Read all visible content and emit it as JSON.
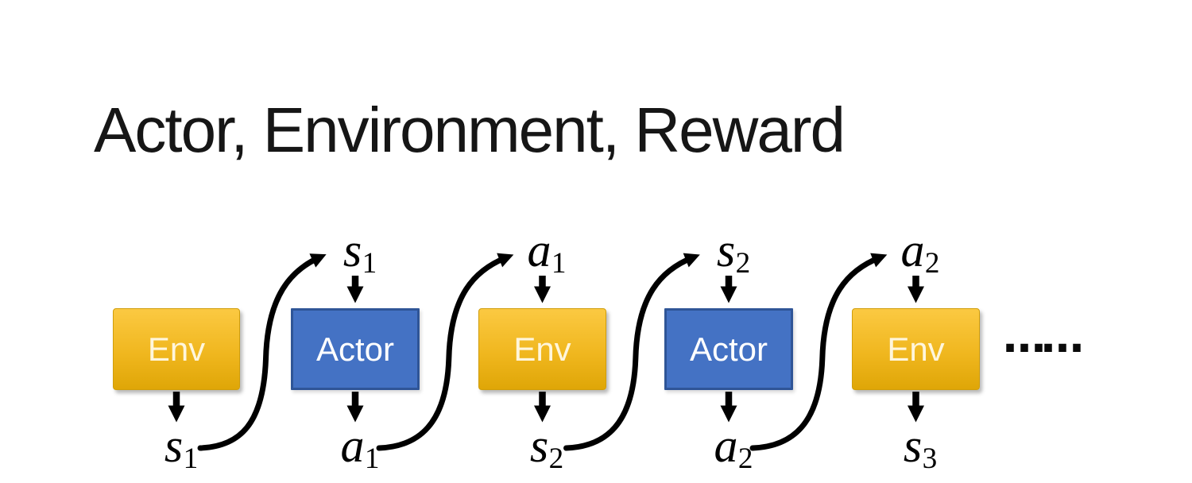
{
  "slide": {
    "title": "Actor, Environment, Reward",
    "ellipsis": "……"
  },
  "diagram": {
    "boxes": [
      {
        "label": "Env",
        "type": "env"
      },
      {
        "label": "Actor",
        "type": "actor"
      },
      {
        "label": "Env",
        "type": "env"
      },
      {
        "label": "Actor",
        "type": "actor"
      },
      {
        "label": "Env",
        "type": "env"
      }
    ],
    "top_labels": [
      {
        "base": "s",
        "sub": "1"
      },
      {
        "base": "a",
        "sub": "1"
      },
      {
        "base": "s",
        "sub": "2"
      },
      {
        "base": "a",
        "sub": "2"
      }
    ],
    "bottom_labels": [
      {
        "base": "s",
        "sub": "1"
      },
      {
        "base": "a",
        "sub": "1"
      },
      {
        "base": "s",
        "sub": "2"
      },
      {
        "base": "a",
        "sub": "2"
      },
      {
        "base": "s",
        "sub": "3"
      }
    ],
    "colors": {
      "env_top": "#FBC942",
      "env_mid": "#F0B71F",
      "env_bottom": "#DFA607",
      "env_border": "#D19E0A",
      "env_text": "#FFF6DC",
      "actor_fill": "#4472C4",
      "actor_border": "#2F5597",
      "actor_text": "#FFFFFF",
      "arrow": "#000000",
      "title": "#161616"
    }
  }
}
